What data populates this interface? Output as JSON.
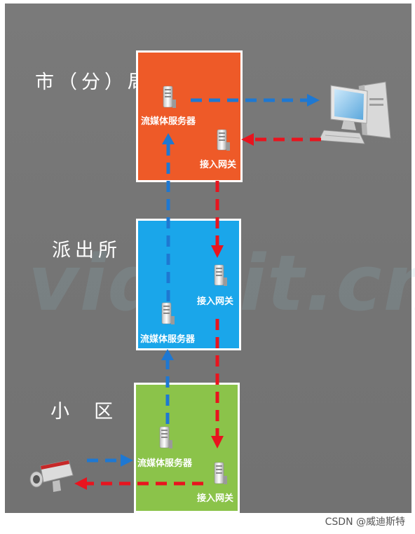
{
  "colors": {
    "city_box": "#ee5a28",
    "station_box": "#1aa6ea",
    "community_box": "#8bc34a",
    "blue_arrow": "#1e78d2",
    "red_arrow": "#e8141e",
    "background": "#777777"
  },
  "levels": {
    "city": "市（分）局",
    "station": "派出所",
    "community": "小  区"
  },
  "city_box": {
    "media_server": "流媒体服务器",
    "gateway": "接入网关"
  },
  "station_box": {
    "media_server": "流媒体服务器",
    "gateway": "接入网关"
  },
  "community_box": {
    "media_server": "流媒体服务器",
    "gateway": "接入网关"
  },
  "icons": {
    "server": "server-icon",
    "computer": "computer-icon",
    "camera": "camera-icon"
  },
  "watermark": "vidisit.cn",
  "credit": "CSDN @威迪斯特"
}
